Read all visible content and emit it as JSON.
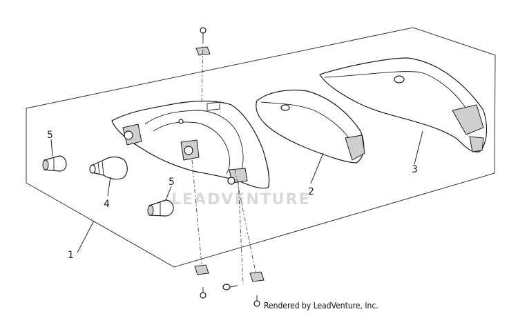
{
  "diagram": {
    "watermark": "LEADVENTURE",
    "credit": "Rendered by LeadVenture, Inc.",
    "callouts": [
      {
        "id": "1",
        "label": "1"
      },
      {
        "id": "2",
        "label": "2"
      },
      {
        "id": "3",
        "label": "3"
      },
      {
        "id": "4",
        "label": "4"
      },
      {
        "id": "5a",
        "label": "5"
      },
      {
        "id": "5b",
        "label": "5"
      }
    ]
  }
}
